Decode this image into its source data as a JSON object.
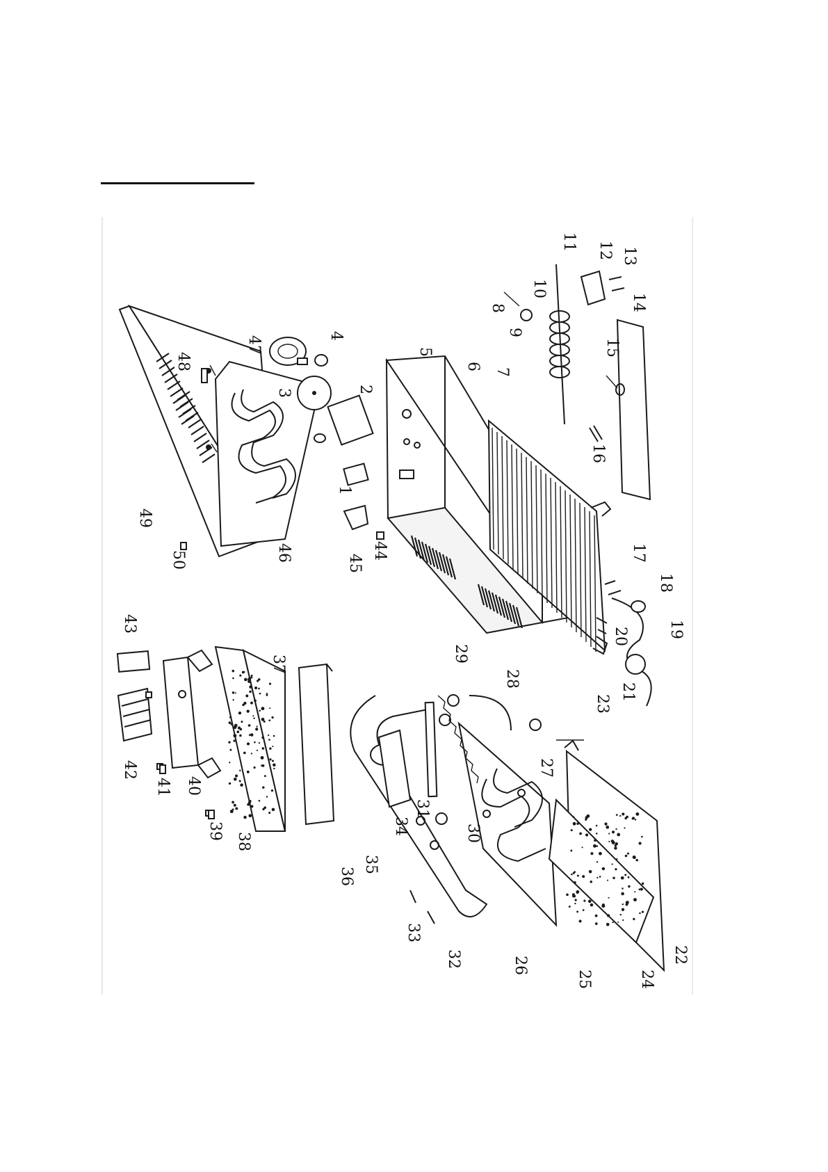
{
  "document": {
    "title": "",
    "diagram": {
      "type": "exploded-parts-diagram",
      "part_numbers": [
        "1",
        "2",
        "3",
        "4",
        "5",
        "6",
        "7",
        "8",
        "9",
        "10",
        "11",
        "12",
        "13",
        "14",
        "15",
        "16",
        "17",
        "18",
        "19",
        "20",
        "21",
        "22",
        "23",
        "24",
        "25",
        "26",
        "27",
        "28",
        "29",
        "30",
        "31",
        "32",
        "33",
        "34",
        "35",
        "36",
        "37",
        "38",
        "39",
        "40",
        "41",
        "42",
        "43",
        "44",
        "45",
        "46",
        "47",
        "48",
        "49",
        "50"
      ]
    }
  }
}
